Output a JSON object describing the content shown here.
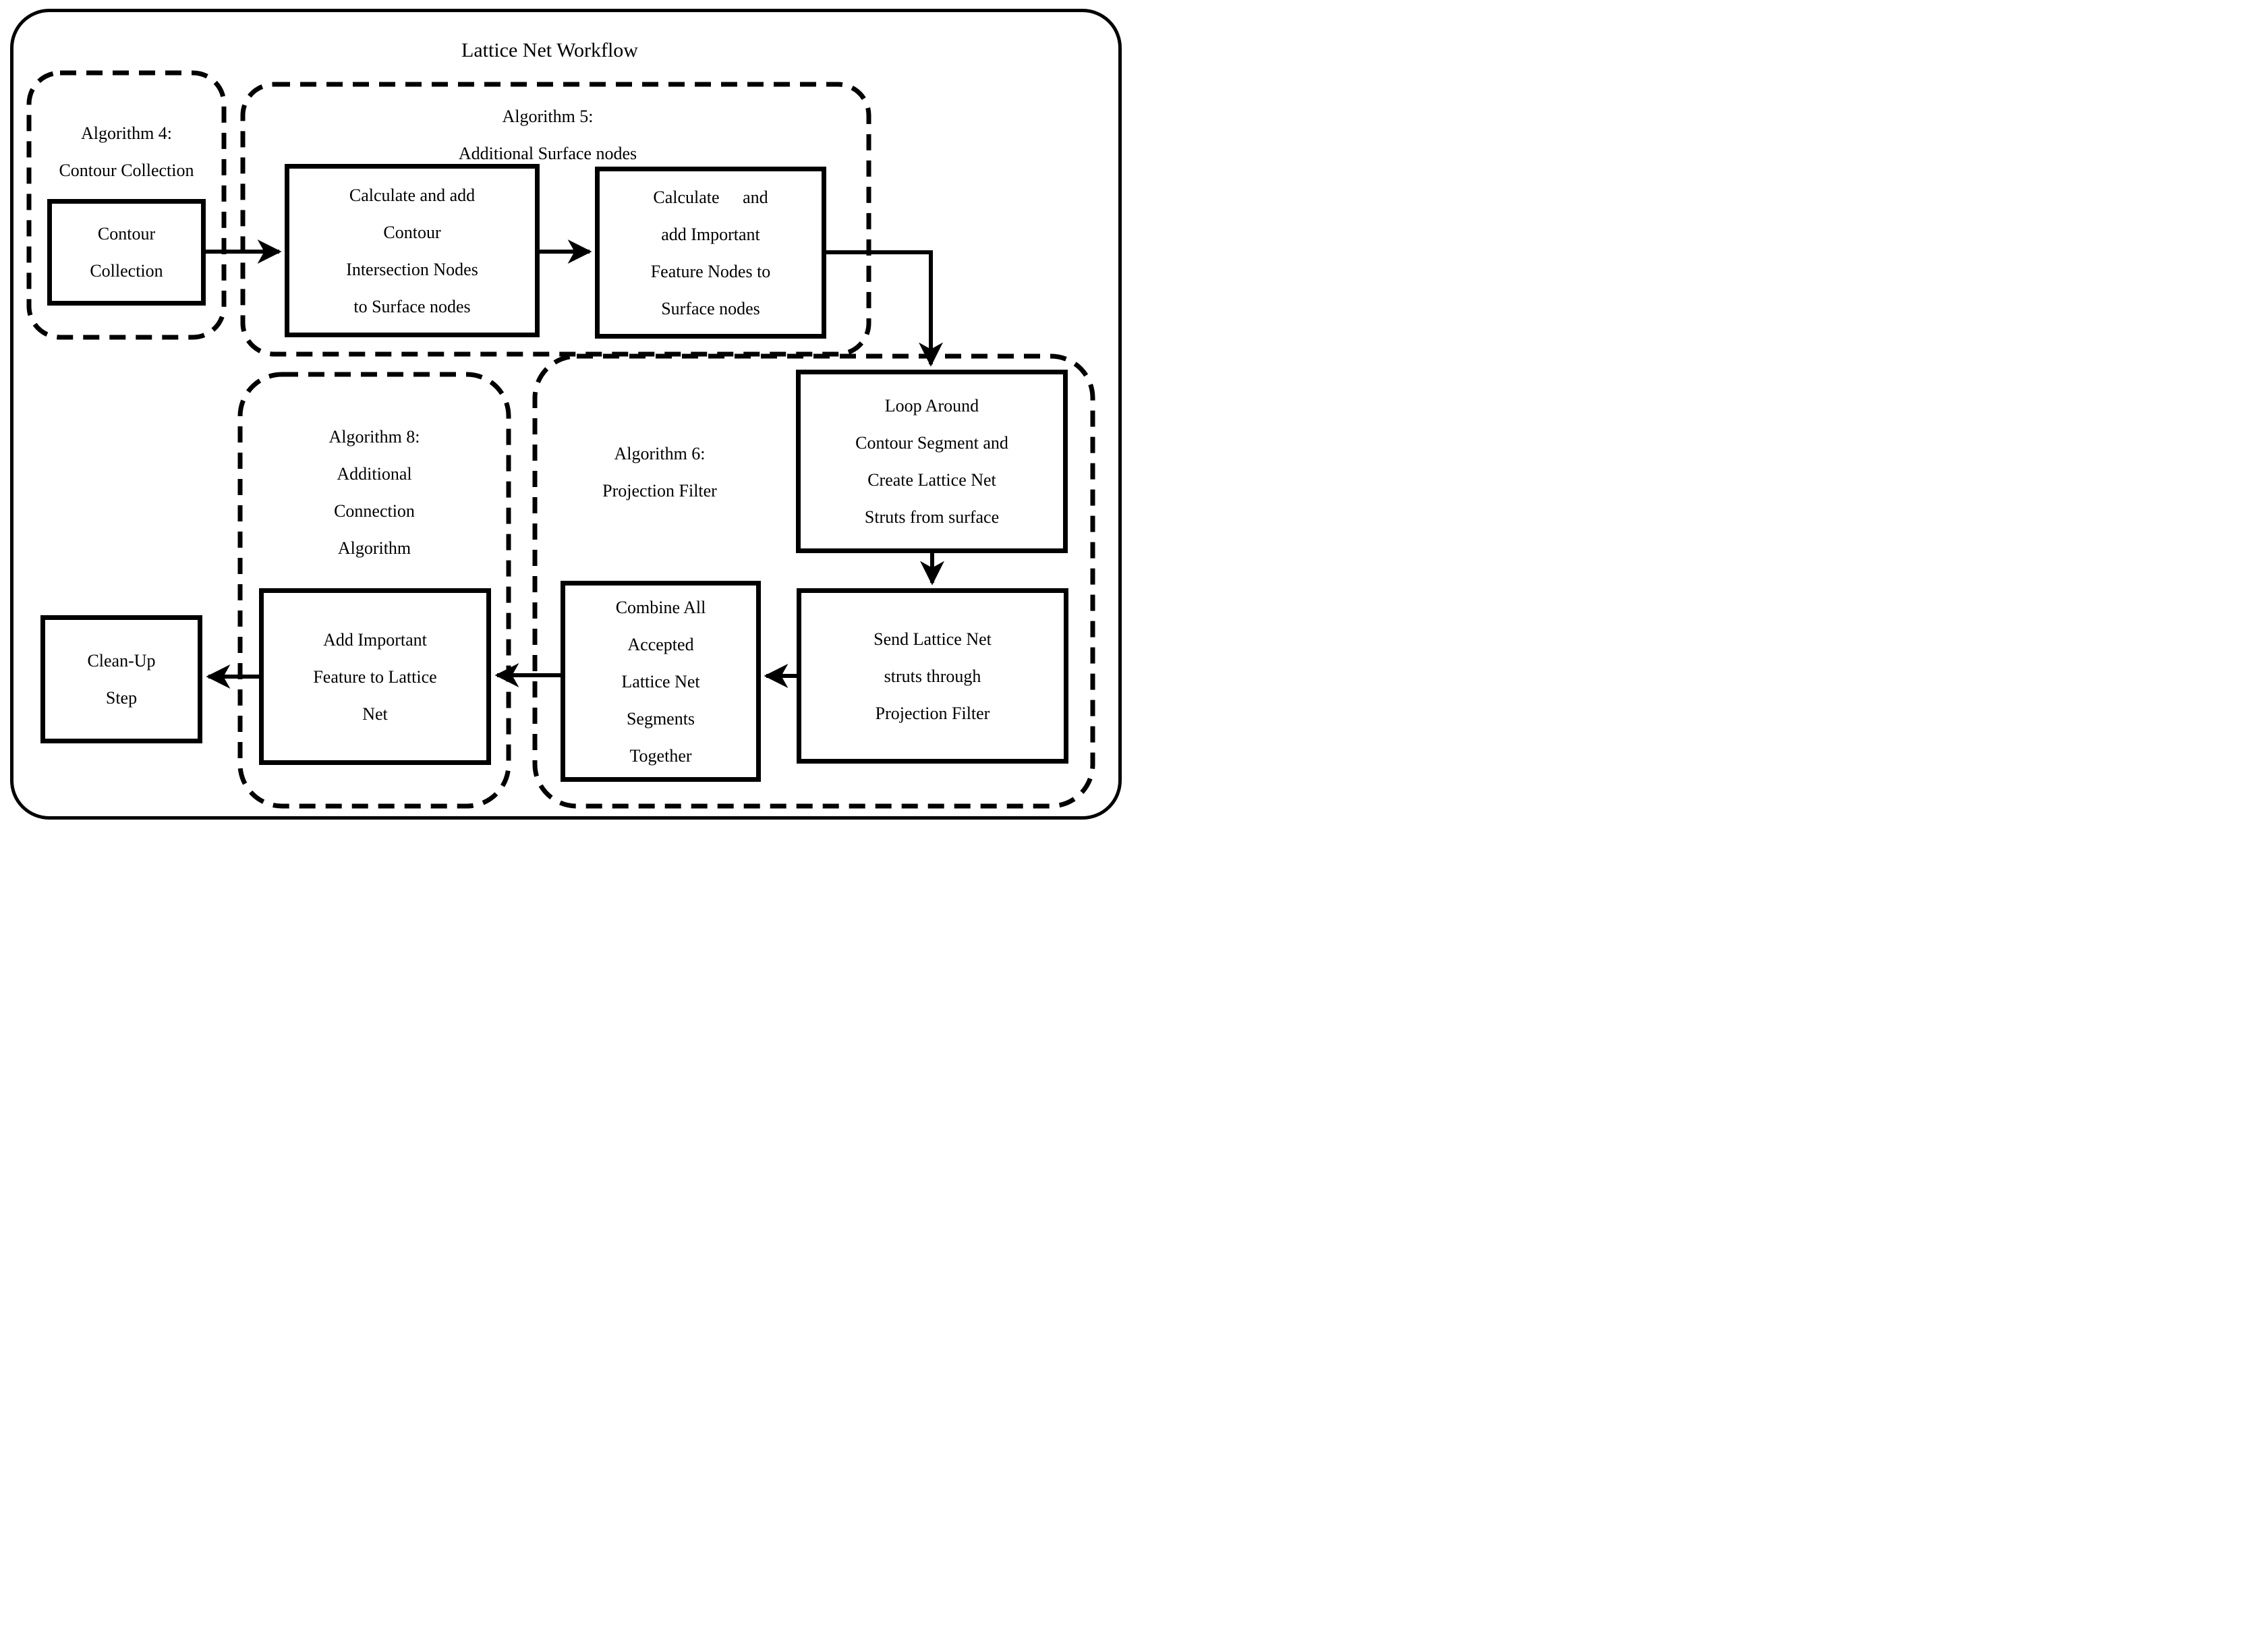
{
  "title": "Lattice Net Workflow",
  "groups": {
    "algorithm4": {
      "label_lines": [
        "Algorithm 4:",
        "Contour Collection"
      ]
    },
    "algorithm5": {
      "label_lines": [
        "Algorithm 5:",
        "Additional Surface nodes"
      ]
    },
    "algorithm6": {
      "label_lines": [
        "Algorithm 6:",
        "Projection Filter"
      ]
    },
    "algorithm8": {
      "label_lines": [
        "Algorithm 8:",
        "Additional",
        "Connection",
        "Algorithm"
      ]
    }
  },
  "nodes": {
    "contour_collection": {
      "lines": [
        "Contour",
        "Collection"
      ]
    },
    "calc_intersection": {
      "lines": [
        "Calculate and add",
        "Contour",
        "Intersection Nodes",
        "to Surface nodes"
      ]
    },
    "calc_feature": {
      "lines": [
        "Calculate and",
        "add Important",
        "Feature Nodes to",
        "Surface nodes"
      ]
    },
    "loop_around": {
      "lines": [
        "Loop Around",
        "Contour Segment and",
        "Create Lattice Net",
        "Struts from surface"
      ]
    },
    "send_struts": {
      "lines": [
        "Send Lattice Net",
        "struts through",
        "Projection Filter"
      ]
    },
    "combine": {
      "lines": [
        "Combine All",
        "Accepted",
        "Lattice Net",
        "Segments",
        "Together"
      ]
    },
    "add_feature": {
      "lines": [
        "Add Important",
        "Feature to Lattice",
        "Net"
      ]
    },
    "cleanup": {
      "lines": [
        "Clean-Up",
        "Step"
      ]
    }
  },
  "colors": {
    "ink": "#000000",
    "background": "#ffffff"
  }
}
